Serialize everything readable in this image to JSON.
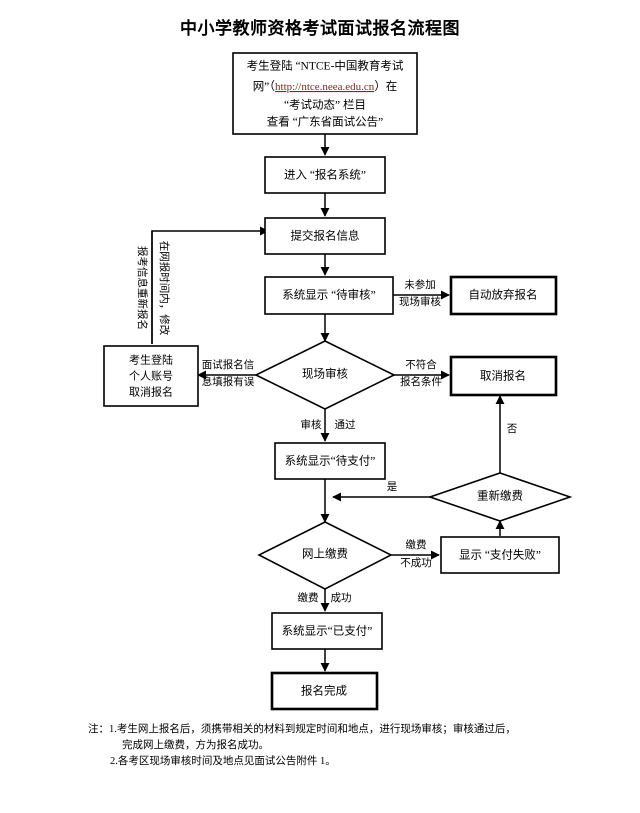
{
  "title": "中小学教师资格考试面试报名流程图",
  "nodes": {
    "start": {
      "label": "考生登陆 “NTCE-中国教育考试网”（http://ntce.neea.edu.cn）在 “考试动态” 栏目 查看 “广东省面试公告”",
      "line1": "考生登陆 “NTCE-中国教育考试",
      "line2_pre": "网”（",
      "line2_link": "http://ntce.neea.edu.cn",
      "line2_post": "）在",
      "line3": "“考试动态” 栏目",
      "line4": "查看 “广东省面试公告”"
    },
    "enter_system": {
      "label": "进入 “报名系统”"
    },
    "submit_info": {
      "label": "提交报名信息"
    },
    "pending_review": {
      "label": "系统显示 “待审核”"
    },
    "auto_give_up": {
      "label": "自动放弃报名"
    },
    "onsite_review": {
      "label": "现场审核"
    },
    "cancel_signup": {
      "label": "取消报名"
    },
    "cancel_by_self": {
      "line1": "考生登陆",
      "line2": "个人账号",
      "line3": "取消报名"
    },
    "pending_pay": {
      "label": "系统显示“待支付”"
    },
    "repay": {
      "label": "重新缴费"
    },
    "online_pay": {
      "label": "网上缴费"
    },
    "pay_failed": {
      "label": "显示 “支付失败”"
    },
    "paid": {
      "label": "系统显示“已支付”"
    },
    "done": {
      "label": "报名完成"
    }
  },
  "edge_labels": {
    "not_attend_onsite_1": "未参加",
    "not_attend_onsite_2": "现场审核",
    "not_qualified_1": "不符合",
    "not_qualified_2": "报名条件",
    "info_wrong_1": "面试报名信",
    "info_wrong_2": "息填报有误",
    "review_passed_1": "审核",
    "review_passed_2": "通过",
    "repay_yes": "是",
    "repay_no": "否",
    "pay_fail_1": "缴费",
    "pay_fail_2": "不成功",
    "pay_ok_1": "缴费",
    "pay_ok_2": "成功"
  },
  "vertical_labels": {
    "left_outer": "报考信息重新报名",
    "left_inner": "在网报时间内，修改"
  },
  "notes": {
    "prefix": "注：",
    "item1_num": "1.",
    "item1_line1": "考生网上报名后，须携带相关的材料到规定时间和地点，进行现场审核；审核通过后，",
    "item1_line2": "完成网上缴费，方为报名成功。",
    "item2_num": "2.",
    "item2_line1": "各考区现场审核时间及地点见面试公告附件 1。"
  },
  "colors": {
    "stroke": "#000000",
    "link": "#7b2d14",
    "background": "#ffffff"
  }
}
